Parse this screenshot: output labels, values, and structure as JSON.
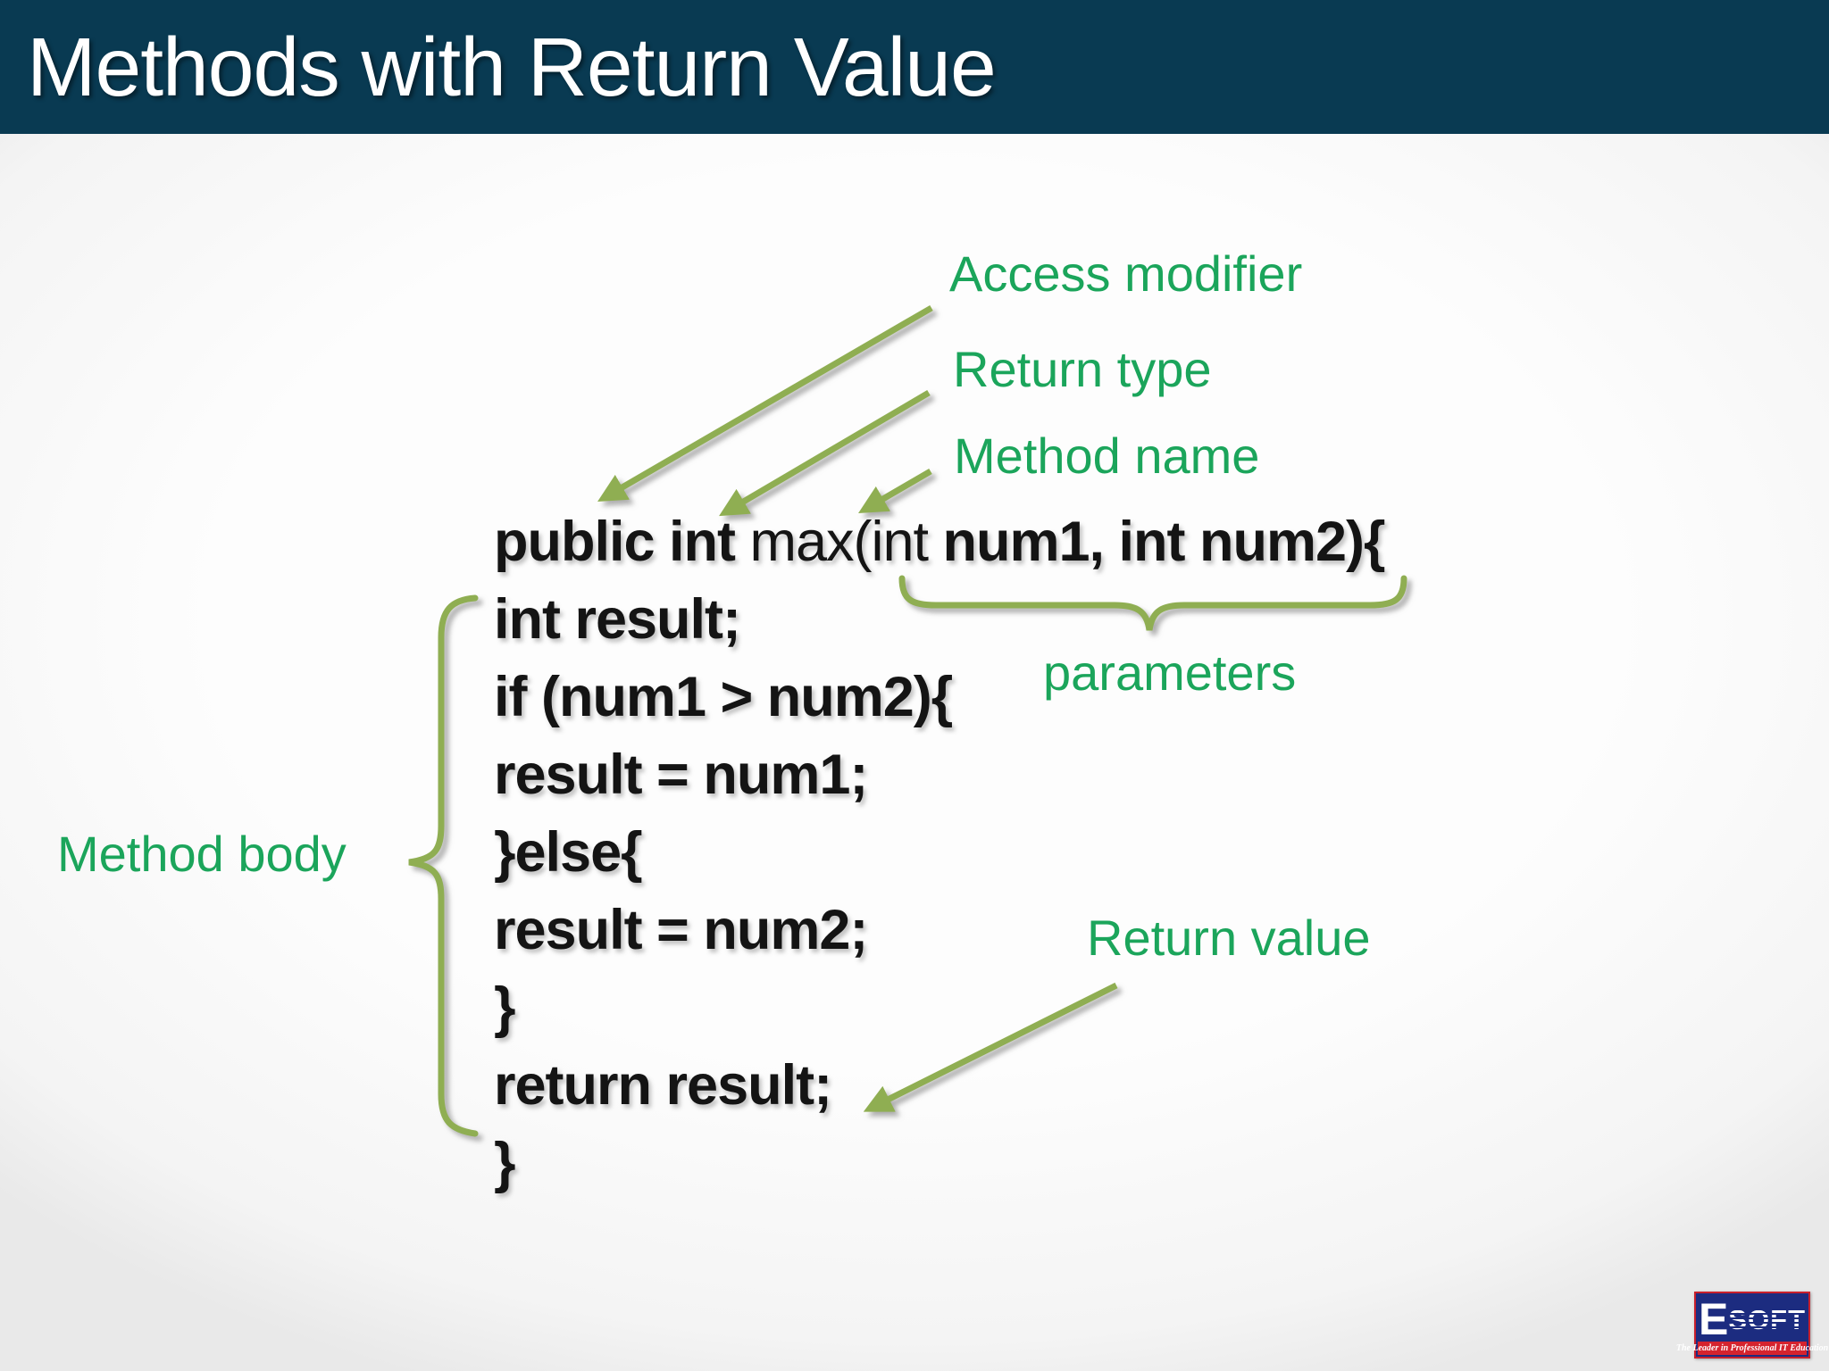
{
  "slide": {
    "title": "Methods with Return Value",
    "colors": {
      "header_bg": "#093a52",
      "label_green": "#1ba55b",
      "arrow_olive": "#8fae52",
      "code_text": "#141414"
    },
    "labels": {
      "access_modifier": "Access modifier",
      "return_type": "Return type",
      "method_name": "Method name",
      "parameters": "parameters",
      "method_body": "Method body",
      "return_value": "Return value"
    },
    "code": {
      "line1": {
        "bold_prefix": "public int ",
        "regular": "max(int ",
        "bold_suffix": "num1, int num2){"
      },
      "lines": [
        "int result;",
        "if (num1 > num2){",
        "result = num1;",
        "}else{",
        "result = num2;",
        "}",
        "return result;",
        "}"
      ]
    },
    "logo": {
      "letter": "E",
      "rest": "SOFT",
      "tagline": "The Leader in Professional IT Education"
    }
  }
}
